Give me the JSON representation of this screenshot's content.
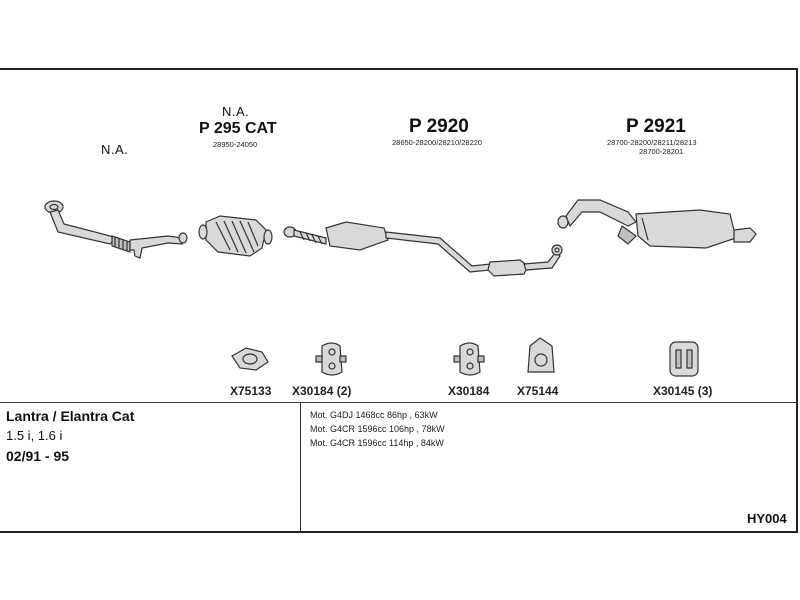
{
  "diagram": {
    "section_1": {
      "label": "N.A."
    },
    "section_2": {
      "label_top": "N.A.",
      "part": "P 295 CAT",
      "oem": "28950-24050"
    },
    "section_3": {
      "part": "P 2920",
      "oem": "28650-28200/28210/28220"
    },
    "section_4": {
      "part": "P 2921",
      "oem_1": "28700-28200/28211/28213",
      "oem_2": "28700-28201"
    },
    "fittings": [
      {
        "code": "X75133"
      },
      {
        "code": "X30184 (2)"
      },
      {
        "code": "X30184"
      },
      {
        "code": "X75144"
      },
      {
        "code": "X30145 (3)"
      }
    ]
  },
  "vehicle": {
    "model": "Lantra / Elantra Cat",
    "engines_short": "1.5 i, 1.6 i",
    "years": "02/91 - 95"
  },
  "engines": [
    "Mot. G4DJ 1468cc 86hp , 63kW",
    "Mot. G4CR 1596cc 106hp , 78kW",
    "Mot. G4CR 1596cc 114hp , 84kW"
  ],
  "diagram_code": "HY004"
}
